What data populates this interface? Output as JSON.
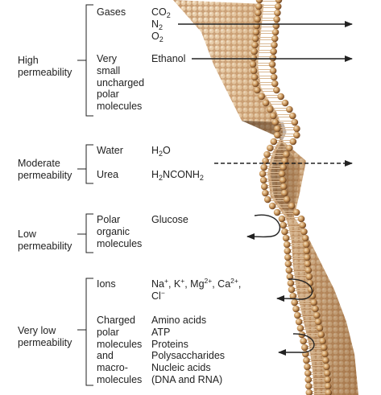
{
  "levels": [
    {
      "label_lines": [
        "High",
        "permeability"
      ],
      "groups": [
        {
          "class_lines": [
            "Gases"
          ],
          "example_lines": [
            "CO2",
            "N2",
            "O2"
          ]
        },
        {
          "class_lines": [
            "Very",
            "small",
            "uncharged",
            "polar",
            "molecules"
          ],
          "example_lines": [
            "Ethanol"
          ]
        }
      ]
    },
    {
      "label_lines": [
        "Moderate",
        "permeability"
      ],
      "groups": [
        {
          "class_lines": [
            "Water"
          ],
          "example_lines": [
            "H2O"
          ]
        },
        {
          "class_lines": [
            "Urea"
          ],
          "example_lines": [
            "H2NCONH2"
          ]
        }
      ]
    },
    {
      "label_lines": [
        "Low",
        "permeability"
      ],
      "groups": [
        {
          "class_lines": [
            "Polar",
            "organic",
            "molecules"
          ],
          "example_lines": [
            "Glucose"
          ]
        }
      ]
    },
    {
      "label_lines": [
        "Very low",
        "permeability"
      ],
      "groups": [
        {
          "class_lines": [
            "Ions"
          ],
          "example_lines": [
            "Na+, K+, Mg2+, Ca2+,",
            "Cl−"
          ]
        },
        {
          "class_lines": [
            "Charged",
            "polar",
            "molecules",
            "and",
            "macro-",
            "molecules"
          ],
          "example_lines": [
            "Amino acids",
            "ATP",
            "Proteins",
            "Polysaccharides",
            "Nucleic acids",
            "(DNA and RNA)"
          ]
        }
      ]
    }
  ],
  "arrows": [
    {
      "name": "gases-arrow",
      "kind": "crosses",
      "style": "solid"
    },
    {
      "name": "ethanol-arrow",
      "kind": "crosses",
      "style": "solid"
    },
    {
      "name": "water-urea-arrow",
      "kind": "crosses",
      "style": "dashed"
    },
    {
      "name": "glucose-arrow",
      "kind": "bounces",
      "style": "solid"
    },
    {
      "name": "ions-arrow",
      "kind": "bounces",
      "style": "solid"
    },
    {
      "name": "macromolecules-arrow",
      "kind": "bounces",
      "style": "solid"
    }
  ],
  "colors": {
    "text": "#222222",
    "line": "#222222",
    "head_light": "#e8c99a",
    "head_mid": "#c08a4e",
    "head_dark": "#7a4b22",
    "tail": "#caa57b",
    "shadow": "#3a2412"
  }
}
